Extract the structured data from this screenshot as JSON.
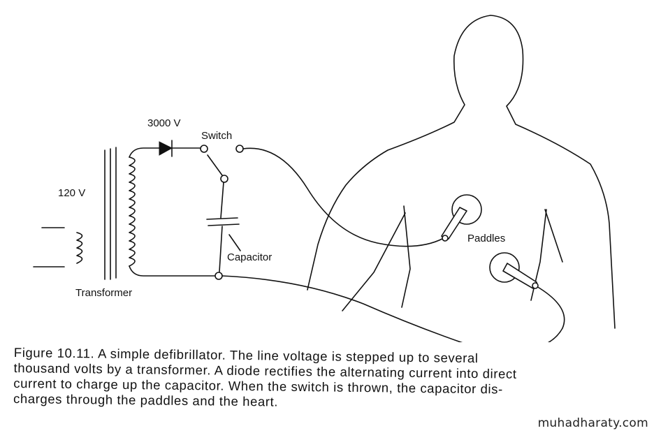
{
  "labels": {
    "input_voltage": "120 V",
    "output_voltage": "3000 V",
    "switch": "Switch",
    "capacitor": "Capacitor",
    "transformer": "Transformer",
    "paddles": "Paddles"
  },
  "caption": {
    "line1": "Figure 10.11.  A simple defibrillator. The line voltage is stepped up to several",
    "line2": "thousand volts by a transformer. A diode rectifies the alternating current into direct",
    "line3": "current to charge up the capacitor. When the switch is thrown, the capacitor dis-",
    "line4": "charges through the paddles and the heart."
  },
  "watermark": "muhadharaty.com"
}
